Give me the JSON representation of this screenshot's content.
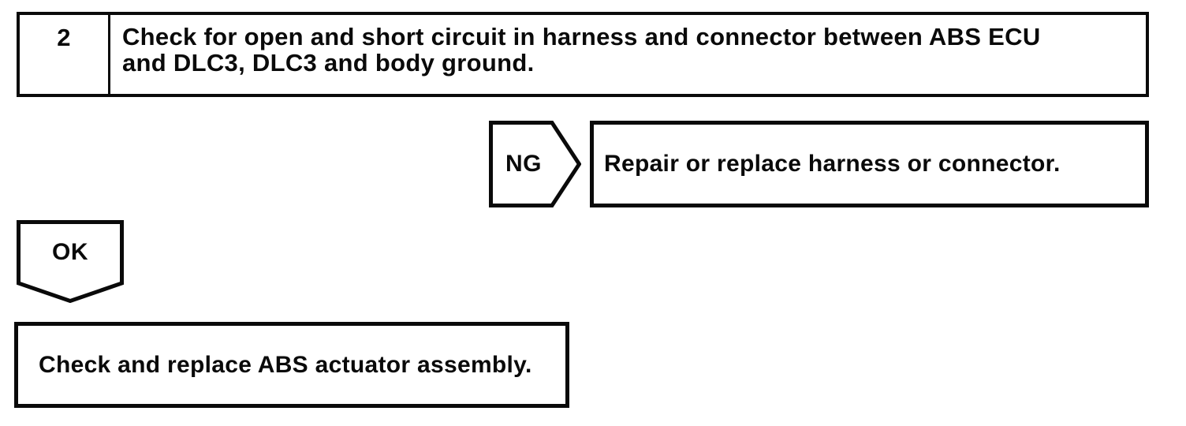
{
  "page": {
    "background_color": "#ffffff",
    "ink_color": "#0a0a0a"
  },
  "flowchart": {
    "step": {
      "number": "2",
      "instruction": "Check for open and short circuit in harness and connector between ABS ECU and DLC3, DLC3 and body ground."
    },
    "ng": {
      "label": "NG",
      "action": "Repair or replace harness or connector."
    },
    "ok": {
      "label": "OK",
      "action": "Check and replace ABS actuator assembly."
    }
  }
}
